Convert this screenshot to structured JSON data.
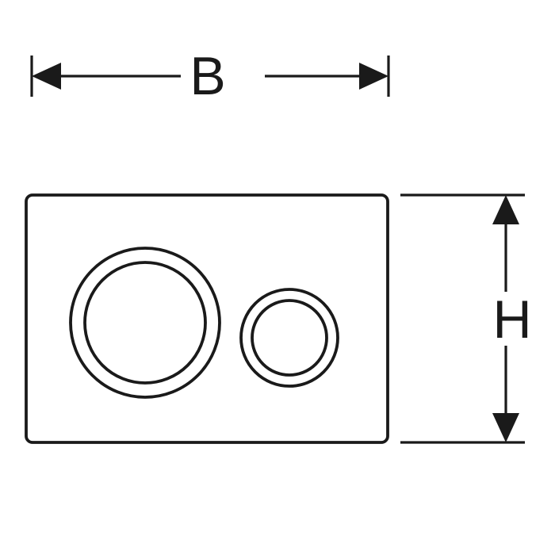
{
  "diagram": {
    "type": "technical-dimension-drawing",
    "subject": "flush-plate-with-two-buttons",
    "width_label": "B",
    "height_label": "H",
    "colors": {
      "line": "#1a1a1a",
      "background": "#ffffff",
      "plate_fill": "#ffffff"
    }
  }
}
